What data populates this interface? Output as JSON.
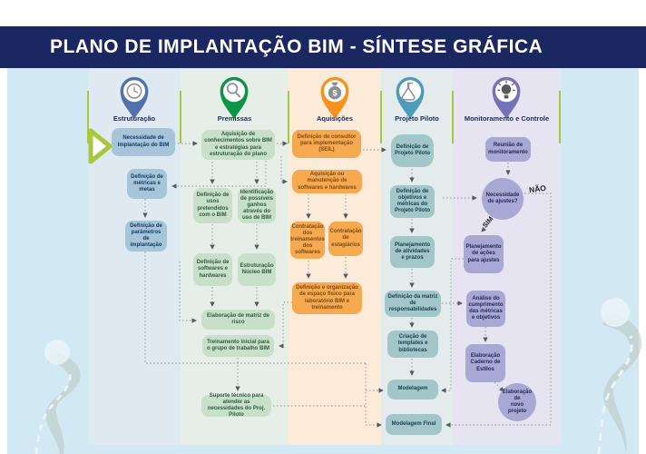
{
  "title": "PLANO DE IMPLANTAÇÃO BIM - SÍNTESE GRÁFICA",
  "labels": {
    "no": "NÃO",
    "yes": "SIM"
  },
  "colors": {
    "banner": "#1b2760",
    "pin_estruturacao": "#5272ab",
    "pin_premissas": "#0b9444",
    "pin_aquisicoes": "#f6921e",
    "pin_projeto_piloto": "#4f9cb8",
    "pin_monitoramento": "#7671b8",
    "divider_green": "#a9c73c"
  },
  "columns": [
    {
      "label": "Estruturação",
      "icon": "clock-icon",
      "boxes": [
        "Necessidade de Implantação do BIM",
        "Definição de métricas e metas",
        "Definição de parâmetros de implantação"
      ]
    },
    {
      "label": "Premissas",
      "icon": "magnifier-icon",
      "boxes": [
        "Aquisição de conhecimentos sobre BIM e estratégias para estruturação do plano",
        "Definição de usos pretendidos com o BIM",
        "Identificação de possíveis ganhos através do uso de BIM",
        "Definição de softwares e hardwares",
        "Estruturação Núcleo BIM",
        "Elaboração de matriz de risco",
        "Treinamento inicial para o grupo de trabalho BIM",
        "Suporte técnico para atender as necessidades do Proj. Piloto"
      ]
    },
    {
      "label": "Aquisições",
      "icon": "money-bag-icon",
      "boxes": [
        "Definição de consultor para implementação (SEIL)",
        "Aquisição ou manutenção de softwares e hardwares",
        "Contratação dos treinamentos dos softwares",
        "Contratação de estagiários",
        "Definição e organização de espaço físico para laboratório BIM e treinamento"
      ]
    },
    {
      "label": "Projeto Piloto",
      "icon": "flask-icon",
      "boxes": [
        "Definição de Projeto Piloto",
        "Definição de objetivos e métricas do Projeto Piloto",
        "Planejamento de atividades e prazos",
        "Definição da matriz de responsabilidades",
        "Criação de templates e bibliotecas",
        "Modelagem",
        "Modelagem Final"
      ]
    },
    {
      "label": "Monitoramento e Controle",
      "icon": "lightbulb-icon",
      "boxes": [
        "Reunião de monitoramento",
        "Necessidade de ajustes?",
        "Planejamento de ações para ajustes",
        "Análise do cumprimento das métricas e objetivos",
        "Elaboração Caderno de Estilos"
      ],
      "final_circle": {
        "prefix": "Elaboração de",
        "bold": "novo projeto"
      }
    }
  ]
}
